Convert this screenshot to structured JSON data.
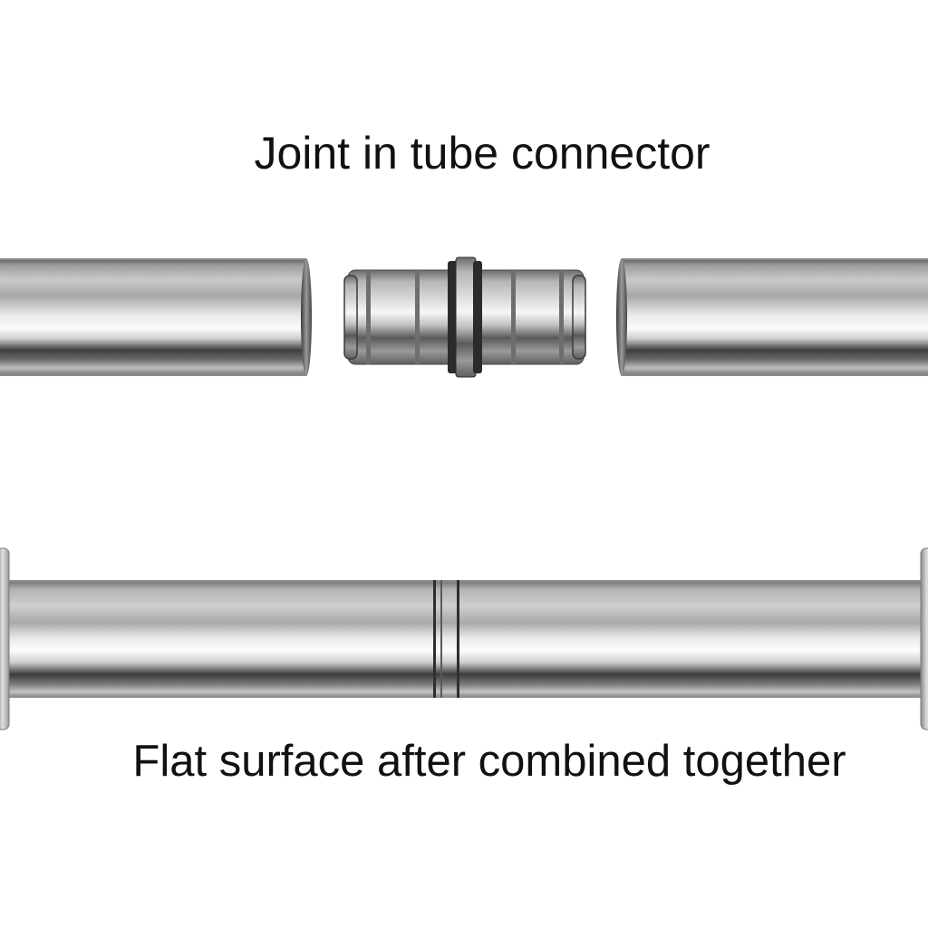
{
  "captions": {
    "top": "Joint in tube connector",
    "bottom": "Flat surface after combined together"
  },
  "parts": {
    "left_tube": "tube-segment",
    "connector": "joint-connector",
    "right_tube": "tube-segment",
    "assembled_rod": "assembled-rod"
  },
  "colors": {
    "background": "#ffffff",
    "text": "#111111",
    "steel_light": "#f4f4f4",
    "steel_mid": "#b9b9b9",
    "steel_dark": "#4a4a4a"
  }
}
